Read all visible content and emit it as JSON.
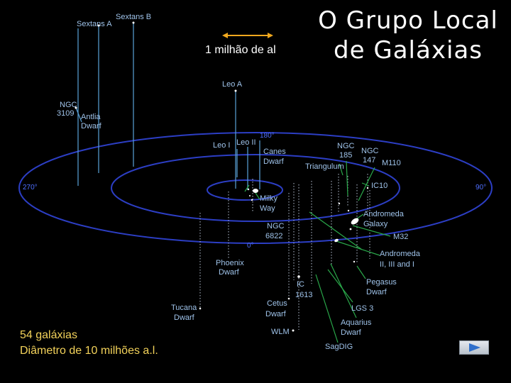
{
  "title": {
    "line1": "O Grupo Local",
    "line2": "de Galáxias"
  },
  "scale": {
    "label": "1 milhão de al",
    "color": "#f0a81e"
  },
  "footer": {
    "count": "54 galáxias",
    "diameter": "Diâmetro de 10 milhões a.l."
  },
  "degrees": {
    "d0": "0°",
    "d90": "90°",
    "d180": "180°",
    "d270": "270°"
  },
  "galaxies": {
    "sextans_a": "Sextans A",
    "sextans_b": "Sextans B",
    "ngc3109": [
      "NGC",
      "3109"
    ],
    "antlia": [
      "Antlia",
      "Dwarf"
    ],
    "leo_a": "Leo A",
    "leo_i": "Leo I",
    "leo_ii": "Leo II",
    "canes": [
      "Canes",
      "Dwarf"
    ],
    "triangulum": "Triangulum",
    "ngc185": [
      "NGC",
      "185"
    ],
    "ngc147": [
      "NGC",
      "147"
    ],
    "m110": "M110",
    "ic10": "IC10",
    "milky_way": [
      "Milky",
      "Way"
    ],
    "andromeda": [
      "Andromeda",
      "Galaxy"
    ],
    "m32": "M32",
    "ngc6822": [
      "NGC",
      "6822"
    ],
    "andromeda_sats": [
      "Andromeda",
      "II, III and I"
    ],
    "phoenix": [
      "Phoenix",
      "Dwarf"
    ],
    "ic1613": [
      "IC",
      "1613"
    ],
    "pegasus": [
      "Pegasus",
      "Dwarf"
    ],
    "tucana": [
      "Tucana",
      "Dwarf"
    ],
    "cetus": [
      "Cetus",
      "Dwarf"
    ],
    "lgs3": "LGS 3",
    "aquarius": [
      "Aquarius",
      "Dwarf"
    ],
    "wlm": "WLM",
    "sagdig": "SagDIG"
  },
  "colors": {
    "ring": "#2c3ec4",
    "line": "#5aa3d8",
    "green": "#2aa84a",
    "label": "#9fc3ea",
    "footer": "#f3d25a"
  },
  "icons": {
    "next": "play-triangle-icon"
  }
}
